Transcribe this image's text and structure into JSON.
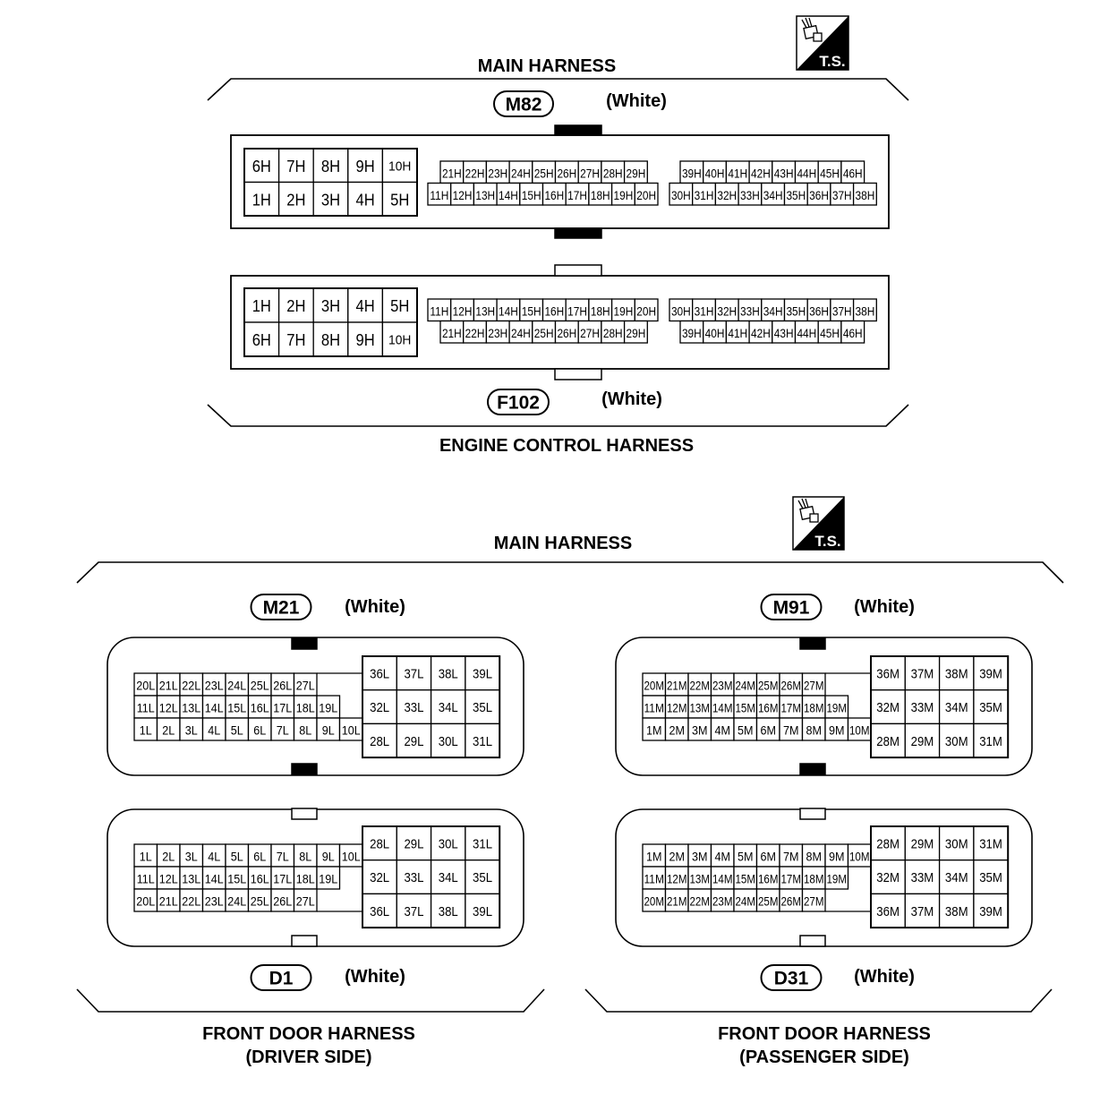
{
  "icons": {
    "top": {
      "icon": "test-connector-icon",
      "label": "T.S."
    },
    "bottom": {
      "icon": "test-connector-icon",
      "label": "T.S."
    }
  },
  "engine_section": {
    "main_harness_label": "MAIN HARNESS",
    "engine_harness_label": "ENGINE CONTROL HARNESS",
    "connectors": [
      {
        "id": "M82",
        "color": "(White)",
        "tab_color": "#000000",
        "left": [
          [
            "6H",
            "7H",
            "8H",
            "9H",
            "10H"
          ],
          [
            "1H",
            "2H",
            "3H",
            "4H",
            "5H"
          ]
        ],
        "middle": [
          [
            "21H",
            "22H",
            "23H",
            "24H",
            "25H",
            "26H",
            "27H",
            "28H",
            "29H"
          ],
          [
            "11H",
            "12H",
            "13H",
            "14H",
            "15H",
            "16H",
            "17H",
            "18H",
            "19H",
            "20H"
          ]
        ],
        "right": [
          [
            "39H",
            "40H",
            "41H",
            "42H",
            "43H",
            "44H",
            "45H",
            "46H"
          ],
          [
            "30H",
            "31H",
            "32H",
            "33H",
            "34H",
            "35H",
            "36H",
            "37H",
            "38H"
          ]
        ]
      },
      {
        "id": "F102",
        "color": "(White)",
        "tab_color": "#ffffff",
        "left": [
          [
            "1H",
            "2H",
            "3H",
            "4H",
            "5H"
          ],
          [
            "6H",
            "7H",
            "8H",
            "9H",
            "10H"
          ]
        ],
        "middle": [
          [
            "11H",
            "12H",
            "13H",
            "14H",
            "15H",
            "16H",
            "17H",
            "18H",
            "19H",
            "20H"
          ],
          [
            "21H",
            "22H",
            "23H",
            "24H",
            "25H",
            "26H",
            "27H",
            "28H",
            "29H"
          ]
        ],
        "right": [
          [
            "30H",
            "31H",
            "32H",
            "33H",
            "34H",
            "35H",
            "36H",
            "37H",
            "38H"
          ],
          [
            "39H",
            "40H",
            "41H",
            "42H",
            "43H",
            "44H",
            "45H",
            "46H"
          ]
        ]
      }
    ]
  },
  "door_section": {
    "main_harness_label": "MAIN HARNESS",
    "driver": {
      "harness_label": "FRONT DOOR HARNESS",
      "side_label": "(DRIVER SIDE)",
      "connectors": [
        {
          "id": "M21",
          "color": "(White)",
          "tab_color": "#000000",
          "left": [
            [
              "20L",
              "21L",
              "22L",
              "23L",
              "24L",
              "25L",
              "26L",
              "27L"
            ],
            [
              "11L",
              "12L",
              "13L",
              "14L",
              "15L",
              "16L",
              "17L",
              "18L",
              "19L"
            ],
            [
              "1L",
              "2L",
              "3L",
              "4L",
              "5L",
              "6L",
              "7L",
              "8L",
              "9L",
              "10L"
            ]
          ],
          "right": [
            [
              "36L",
              "37L",
              "38L",
              "39L"
            ],
            [
              "32L",
              "33L",
              "34L",
              "35L"
            ],
            [
              "28L",
              "29L",
              "30L",
              "31L"
            ]
          ]
        },
        {
          "id": "D1",
          "color": "(White)",
          "tab_color": "#ffffff",
          "left": [
            [
              "1L",
              "2L",
              "3L",
              "4L",
              "5L",
              "6L",
              "7L",
              "8L",
              "9L",
              "10L"
            ],
            [
              "11L",
              "12L",
              "13L",
              "14L",
              "15L",
              "16L",
              "17L",
              "18L",
              "19L"
            ],
            [
              "20L",
              "21L",
              "22L",
              "23L",
              "24L",
              "25L",
              "26L",
              "27L"
            ]
          ],
          "right": [
            [
              "28L",
              "29L",
              "30L",
              "31L"
            ],
            [
              "32L",
              "33L",
              "34L",
              "35L"
            ],
            [
              "36L",
              "37L",
              "38L",
              "39L"
            ]
          ]
        }
      ]
    },
    "passenger": {
      "harness_label": "FRONT DOOR HARNESS",
      "side_label": "(PASSENGER SIDE)",
      "connectors": [
        {
          "id": "M91",
          "color": "(White)",
          "tab_color": "#000000",
          "left": [
            [
              "20M",
              "21M",
              "22M",
              "23M",
              "24M",
              "25M",
              "26M",
              "27M"
            ],
            [
              "11M",
              "12M",
              "13M",
              "14M",
              "15M",
              "16M",
              "17M",
              "18M",
              "19M"
            ],
            [
              "1M",
              "2M",
              "3M",
              "4M",
              "5M",
              "6M",
              "7M",
              "8M",
              "9M",
              "10M"
            ]
          ],
          "right": [
            [
              "36M",
              "37M",
              "38M",
              "39M"
            ],
            [
              "32M",
              "33M",
              "34M",
              "35M"
            ],
            [
              "28M",
              "29M",
              "30M",
              "31M"
            ]
          ]
        },
        {
          "id": "D31",
          "color": "(White)",
          "tab_color": "#ffffff",
          "left": [
            [
              "1M",
              "2M",
              "3M",
              "4M",
              "5M",
              "6M",
              "7M",
              "8M",
              "9M",
              "10M"
            ],
            [
              "11M",
              "12M",
              "13M",
              "14M",
              "15M",
              "16M",
              "17M",
              "18M",
              "19M"
            ],
            [
              "20M",
              "21M",
              "22M",
              "23M",
              "24M",
              "25M",
              "26M",
              "27M"
            ]
          ],
          "right": [
            [
              "28M",
              "29M",
              "30M",
              "31M"
            ],
            [
              "32M",
              "33M",
              "34M",
              "35M"
            ],
            [
              "36M",
              "37M",
              "38M",
              "39M"
            ]
          ]
        }
      ]
    }
  }
}
